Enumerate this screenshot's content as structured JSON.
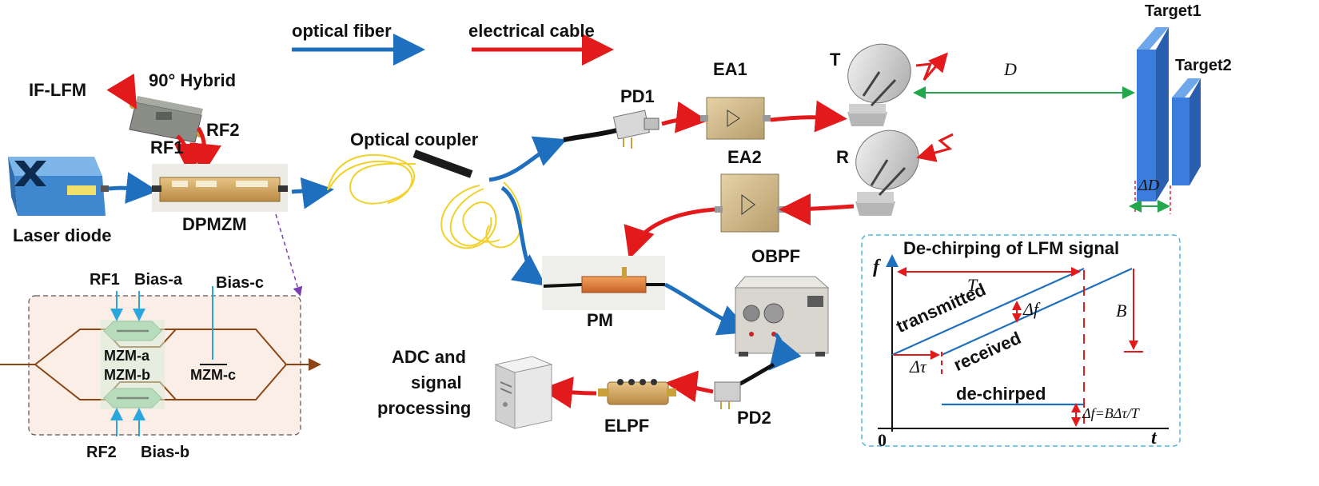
{
  "legend": {
    "optical_fiber": "optical fiber",
    "electrical_cable": "electrical cable",
    "optical_color": "#1f6fbf",
    "electrical_color": "#e31a1c"
  },
  "labels": {
    "if_lfm": "IF-LFM",
    "hybrid": "90° Hybrid",
    "rf1": "RF1",
    "rf2": "RF2",
    "laser_diode": "Laser diode",
    "dpmzm": "DPMZM",
    "optical_coupler": "Optical coupler",
    "pd1": "PD1",
    "ea1": "EA1",
    "ea2": "EA2",
    "pm": "PM",
    "obpf": "OBPF",
    "pd2": "PD2",
    "elpf": "ELPF",
    "adc": [
      "ADC and",
      "signal",
      "processing"
    ],
    "t": "T",
    "r": "R",
    "target1": "Target1",
    "target2": "Target2",
    "distance": "D",
    "delta_d": "ΔD"
  },
  "inset": {
    "rf1": "RF1",
    "bias_a": "Bias-a",
    "bias_c": "Bias-c",
    "mzm_a": "MZM-a",
    "mzm_b": "MZM-b",
    "mzm_c": "MZM-c",
    "rf2": "RF2",
    "bias_b": "Bias-b"
  },
  "dechirp": {
    "title": "De-chirping of LFM signal",
    "f_axis": "f",
    "t_axis": "t",
    "origin": "0",
    "period": "T",
    "bandwidth": "B",
    "delta_f": "Δf",
    "delta_tau": "Δτ",
    "transmitted": "transmitted",
    "received": "received",
    "dechirped": "de-chirped",
    "formula": "Δf=BΔτ/T"
  }
}
